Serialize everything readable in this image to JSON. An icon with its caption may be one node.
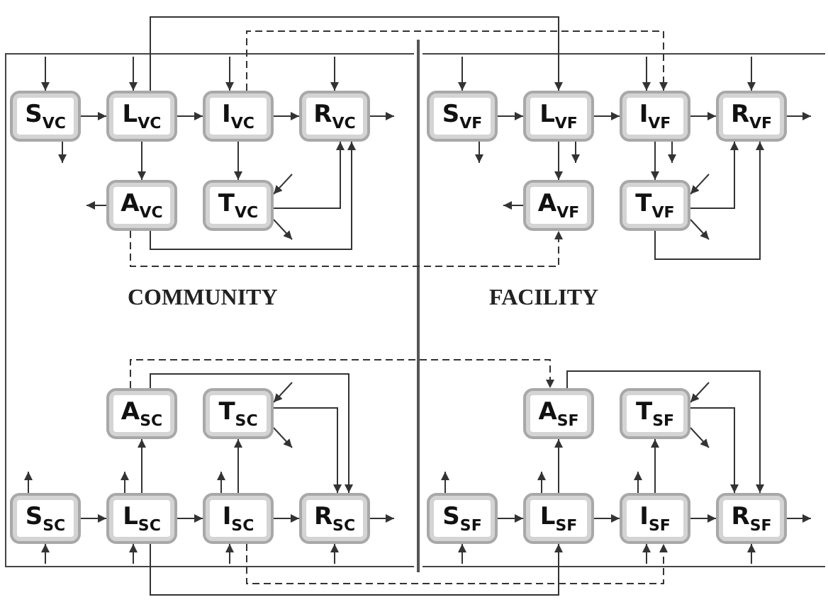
{
  "diagram": {
    "nodes": [
      {
        "text": [
          "S$_{VC}$"
        ]
      },
      {
        "text": [
          "L$_{VC}$"
        ]
      },
      {
        "text": [
          "I$_{VC}$"
        ]
      },
      {
        "text": [
          "R$_{VC}$"
        ]
      },
      {
        "text": [
          "A$_{VC}$"
        ]
      },
      {
        "text": [
          "T$_{VC}$"
        ]
      },
      {
        "text": [
          "S$_{VF}$"
        ]
      },
      {
        "text": [
          "L$_{VF}$"
        ]
      },
      {
        "text": [
          "I$_{VF}$"
        ]
      },
      {
        "text": [
          "R$_{VF}$"
        ]
      },
      {
        "text": [
          "A$_{VF}$"
        ]
      },
      {
        "text": [
          "T$_{VF}$"
        ]
      },
      {
        "text": [
          "A$_{SC}$"
        ]
      },
      {
        "text": [
          "T$_{SC}$"
        ]
      },
      {
        "text": [
          "S$_{SC}$"
        ]
      },
      {
        "text": [
          "L$_{SC}$"
        ]
      },
      {
        "text": [
          "I$_{SC}$"
        ]
      },
      {
        "text": [
          "R$_{SC}$"
        ]
      },
      {
        "text": [
          "A$_{SF}$"
        ]
      },
      {
        "text": [
          "T$_{SF}$"
        ]
      },
      {
        "text": [
          "S$_{SF}$"
        ]
      },
      {
        "text": [
          "L$_{SF}$"
        ]
      },
      {
        "text": [
          "I$_{SF}$"
        ]
      },
      {
        "text": [
          "R$_{SF}$"
        ]
      }
    ],
    "edges": [
      {
        "from": 0,
        "to": 1,
        "arrow": "to"
      },
      {
        "from": 1,
        "to": 2,
        "arrow": "to"
      },
      {
        "from": 2,
        "to": 3,
        "arrow": "to"
      },
      {
        "from": 1,
        "to": 4,
        "arrow": "to"
      },
      {
        "from": 2,
        "to": 5,
        "arrow": "to"
      },
      {
        "from": 5,
        "to": 3,
        "arrow": "to"
      },
      {
        "from": 4,
        "to": 3,
        "arrow": "to"
      },
      {
        "from": 6,
        "to": 7,
        "arrow": "to"
      },
      {
        "from": 7,
        "to": 8,
        "arrow": "to"
      },
      {
        "from": 8,
        "to": 9,
        "arrow": "to"
      },
      {
        "from": 7,
        "to": 10,
        "arrow": "to"
      },
      {
        "from": 8,
        "to": 11,
        "arrow": "to"
      },
      {
        "from": 11,
        "to": 9,
        "arrow": "to"
      },
      {
        "from": 11,
        "to": 9,
        "arrow": "to"
      },
      {
        "from": 14,
        "to": 15,
        "arrow": "to"
      },
      {
        "from": 15,
        "to": 16,
        "arrow": "to"
      },
      {
        "from": 16,
        "to": 17,
        "arrow": "to"
      },
      {
        "from": 15,
        "to": 12,
        "arrow": "to"
      },
      {
        "from": 16,
        "to": 13,
        "arrow": "to"
      },
      {
        "from": 13,
        "to": 17,
        "arrow": "to"
      },
      {
        "from": 12,
        "to": 17,
        "arrow": "to"
      },
      {
        "from": 20,
        "to": 21,
        "arrow": "to"
      },
      {
        "from": 21,
        "to": 22,
        "arrow": "to"
      },
      {
        "from": 22,
        "to": 23,
        "arrow": "to"
      },
      {
        "from": 21,
        "to": 18,
        "arrow": "to"
      },
      {
        "from": 22,
        "to": 19,
        "arrow": "to"
      },
      {
        "from": 19,
        "to": 23,
        "arrow": "to"
      },
      {
        "from": 18,
        "to": 23,
        "arrow": "to"
      },
      {
        "from": 1,
        "to": 7,
        "arrow": "to"
      },
      {
        "from": 2,
        "to": 8,
        "arrow": "to",
        "style": "dashed"
      },
      {
        "from": 4,
        "to": 10,
        "arrow": "to",
        "style": "dashed"
      },
      {
        "from": 12,
        "to": 18,
        "arrow": "to",
        "style": "dashed"
      },
      {
        "from": 16,
        "to": 22,
        "arrow": "to",
        "style": "dashed"
      },
      {
        "from": 15,
        "to": 21,
        "arrow": "to"
      },
      {
        "from": null,
        "to": 0,
        "arrow": "to"
      },
      {
        "from": null,
        "to": 1,
        "arrow": "to"
      },
      {
        "from": null,
        "to": 2,
        "arrow": "to"
      },
      {
        "from": null,
        "to": 3,
        "arrow": "to"
      },
      {
        "from": null,
        "to": 6,
        "arrow": "to"
      },
      {
        "from": null,
        "to": 8,
        "arrow": "to"
      },
      {
        "from": null,
        "to": 9,
        "arrow": "to"
      },
      {
        "from": null,
        "to": 14,
        "arrow": "to"
      },
      {
        "from": null,
        "to": 15,
        "arrow": "to"
      },
      {
        "from": null,
        "to": 16,
        "arrow": "to"
      },
      {
        "from": null,
        "to": 17,
        "arrow": "to"
      },
      {
        "from": null,
        "to": 20,
        "arrow": "to"
      },
      {
        "from": null,
        "to": 22,
        "arrow": "to"
      },
      {
        "from": null,
        "to": 23,
        "arrow": "to"
      },
      {
        "from": null,
        "to": 5,
        "arrow": "to"
      },
      {
        "from": null,
        "to": 11,
        "arrow": "to"
      },
      {
        "from": null,
        "to": 13,
        "arrow": "to"
      },
      {
        "from": null,
        "to": 19,
        "arrow": "to"
      },
      {
        "from": 0,
        "to": null,
        "arrow": "to"
      },
      {
        "from": 3,
        "to": null,
        "arrow": "to"
      },
      {
        "from": 4,
        "to": null,
        "arrow": "to"
      },
      {
        "from": 5,
        "to": null,
        "arrow": "to"
      },
      {
        "from": 6,
        "to": null,
        "arrow": "to"
      },
      {
        "from": 7,
        "to": null,
        "arrow": "to"
      },
      {
        "from": 8,
        "to": null,
        "arrow": "to"
      },
      {
        "from": 9,
        "to": null,
        "arrow": "to"
      },
      {
        "from": 10,
        "to": null,
        "arrow": "to"
      },
      {
        "from": 11,
        "to": null,
        "arrow": "to"
      },
      {
        "from": 14,
        "to": null,
        "arrow": "to"
      },
      {
        "from": 15,
        "to": null,
        "arrow": "to"
      },
      {
        "from": 16,
        "to": null,
        "arrow": "to"
      },
      {
        "from": 17,
        "to": null,
        "arrow": "to"
      },
      {
        "from": 13,
        "to": null,
        "arrow": "to"
      },
      {
        "from": 20,
        "to": null,
        "arrow": "to"
      },
      {
        "from": 21,
        "to": null,
        "arrow": "to"
      },
      {
        "from": 22,
        "to": null,
        "arrow": "to"
      },
      {
        "from": 23,
        "to": null,
        "arrow": "to"
      },
      {
        "from": 19,
        "to": null,
        "arrow": "to"
      }
    ],
    "labels": [
      "COMMUNITY",
      "FACILITY"
    ]
  }
}
